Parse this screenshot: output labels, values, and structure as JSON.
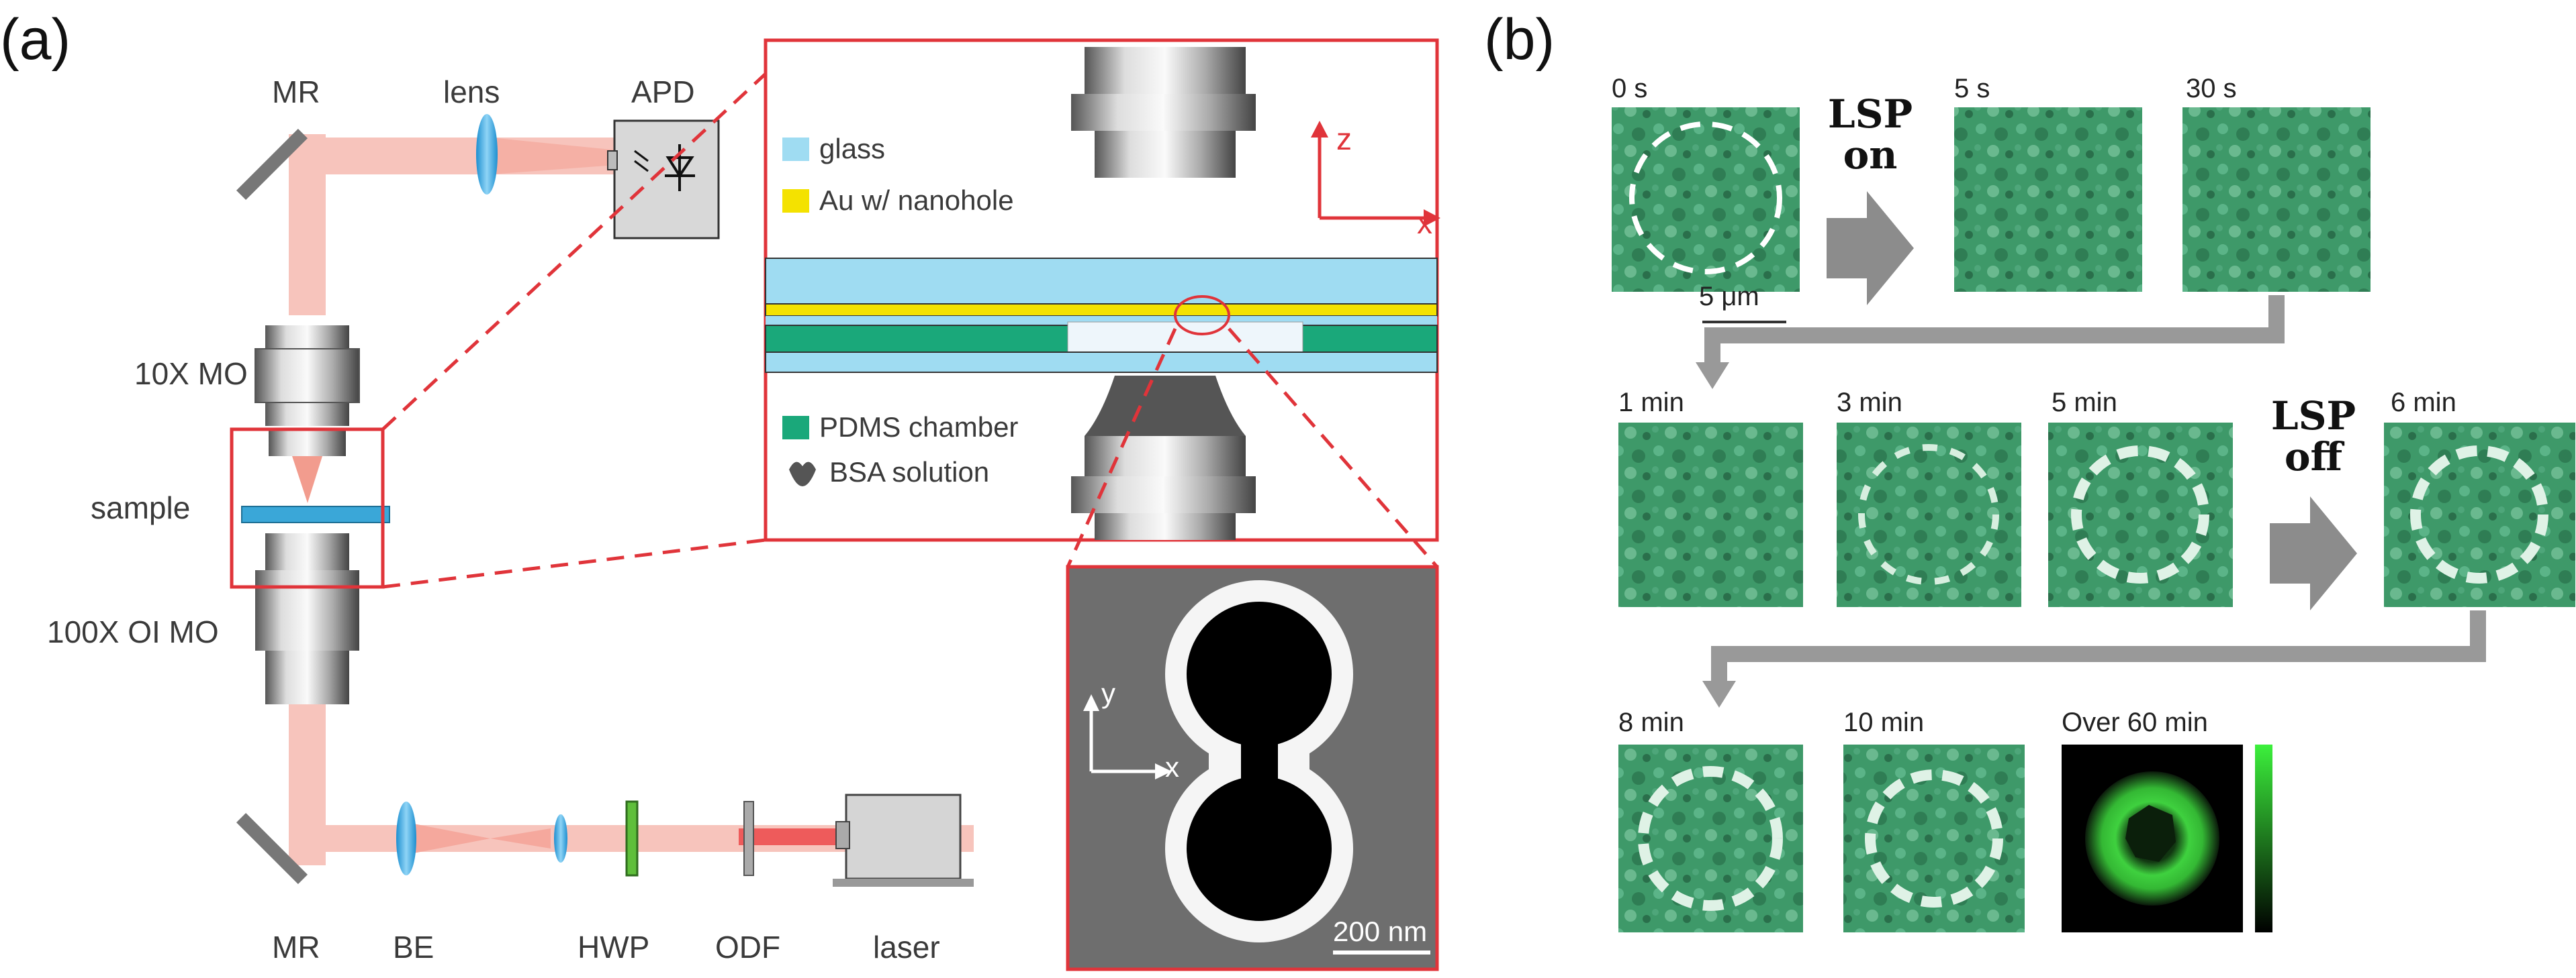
{
  "panel_a": {
    "letter": "(a)",
    "labels": {
      "mr_top": "MR",
      "lens": "lens",
      "apd": "APD",
      "mo10": "10X MO",
      "sample": "sample",
      "mo100": "100X OI MO",
      "mr_bottom": "MR",
      "be": "BE",
      "hwp": "HWP",
      "odf": "ODF",
      "laser": "laser"
    },
    "inset_legend": {
      "glass": "glass",
      "au": "Au w/ nanohole",
      "pdms": "PDMS chamber",
      "bsa": "BSA solution"
    },
    "axes": {
      "z": "z",
      "x": "x"
    },
    "sem": {
      "axis_y": "y",
      "axis_x": "x",
      "scale": "200 nm"
    }
  },
  "panel_b": {
    "letter": "(b)",
    "frames": {
      "t0": "0 s",
      "t5s": "5 s",
      "t30s": "30 s",
      "t1m": "1 min",
      "t3m": "3 min",
      "t5m": "5 min",
      "t6m": "6 min",
      "t8m": "8 min",
      "t10m": "10 min",
      "t60m": "Over 60 min"
    },
    "lsp_on": {
      "line1": "LSP",
      "line2": "on"
    },
    "lsp_off": {
      "line1": "LSP",
      "line2": "off"
    },
    "scale": "5 μm"
  },
  "colors": {
    "red_frame": "#e0343a",
    "glass": "#9fdcf2",
    "gold": "#f4e200",
    "pdms": "#1aa87a",
    "tile_green": "#3f9a6a",
    "beam": "#f7c4bc",
    "gray_arrow": "#8c8c8c"
  }
}
